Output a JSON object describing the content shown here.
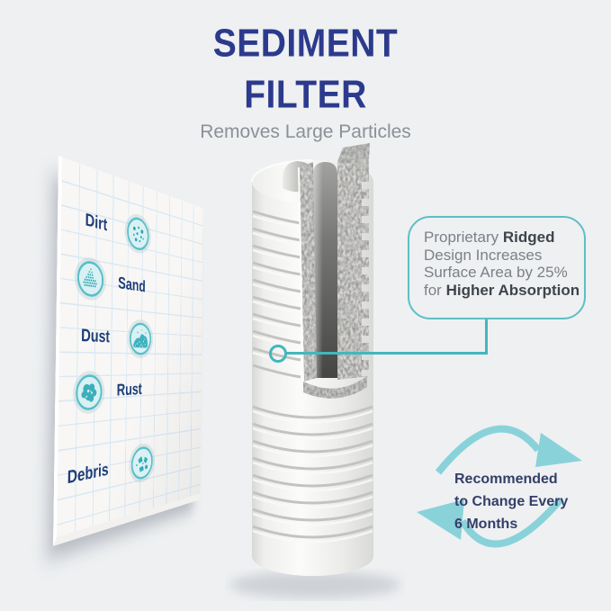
{
  "title": {
    "line1": "SEDIMENT",
    "line2": "FILTER",
    "subtitle": "Removes Large Particles"
  },
  "particles": {
    "items": [
      {
        "label": "Dirt"
      },
      {
        "label": "Sand"
      },
      {
        "label": "Dust"
      },
      {
        "label": "Rust"
      },
      {
        "label": "Debris"
      }
    ]
  },
  "callout": {
    "l1a": "Proprietary",
    "l1b": "Ridged",
    "l2": "Design Increases",
    "l3": "Surface Area by 25%",
    "l4a": "for",
    "l4b": "Higher Absorption"
  },
  "recommendation": {
    "line1": "Recommended",
    "line2": "to Change Every",
    "line3": "6 Months"
  },
  "colors": {
    "background": "#eef0f2",
    "title_navy": "#2c3a8d",
    "label_navy": "#1d3e79",
    "accent_teal": "#42b7bd",
    "arrow_teal": "#89d2da",
    "icon_fill": "#d9f1f3",
    "icon_dot": "#2ca4b4",
    "callout_gray": "#7b8187"
  }
}
